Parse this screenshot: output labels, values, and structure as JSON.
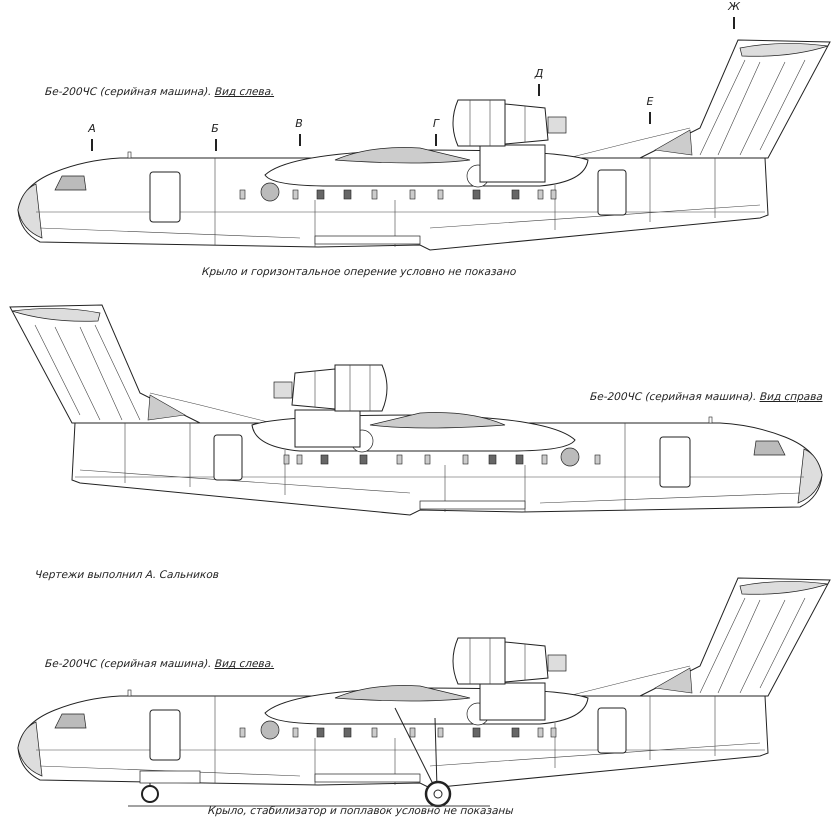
{
  "views": [
    {
      "title": "Бе-200ЧС (серийная машина).",
      "view_label": "Вид слева.",
      "caption": "Крыло и горизонтальное оперение условно не показано"
    },
    {
      "title": "Бе-200ЧС (серийная машина).",
      "view_label": "Вид справа"
    },
    {
      "title": "Бе-200ЧС (серийная машина).",
      "view_label": "Вид слева.",
      "caption": "Крыло, стабилизатор и поплавок условно не показаны"
    }
  ],
  "author_credit": "Чертежи выполнил А. Сальников",
  "section_markers": [
    "А",
    "Б",
    "В",
    "Г",
    "Д",
    "Е",
    "Ж"
  ],
  "colors": {
    "line": "#222222",
    "shade": "#cccccc",
    "dark_window": "#666666"
  }
}
